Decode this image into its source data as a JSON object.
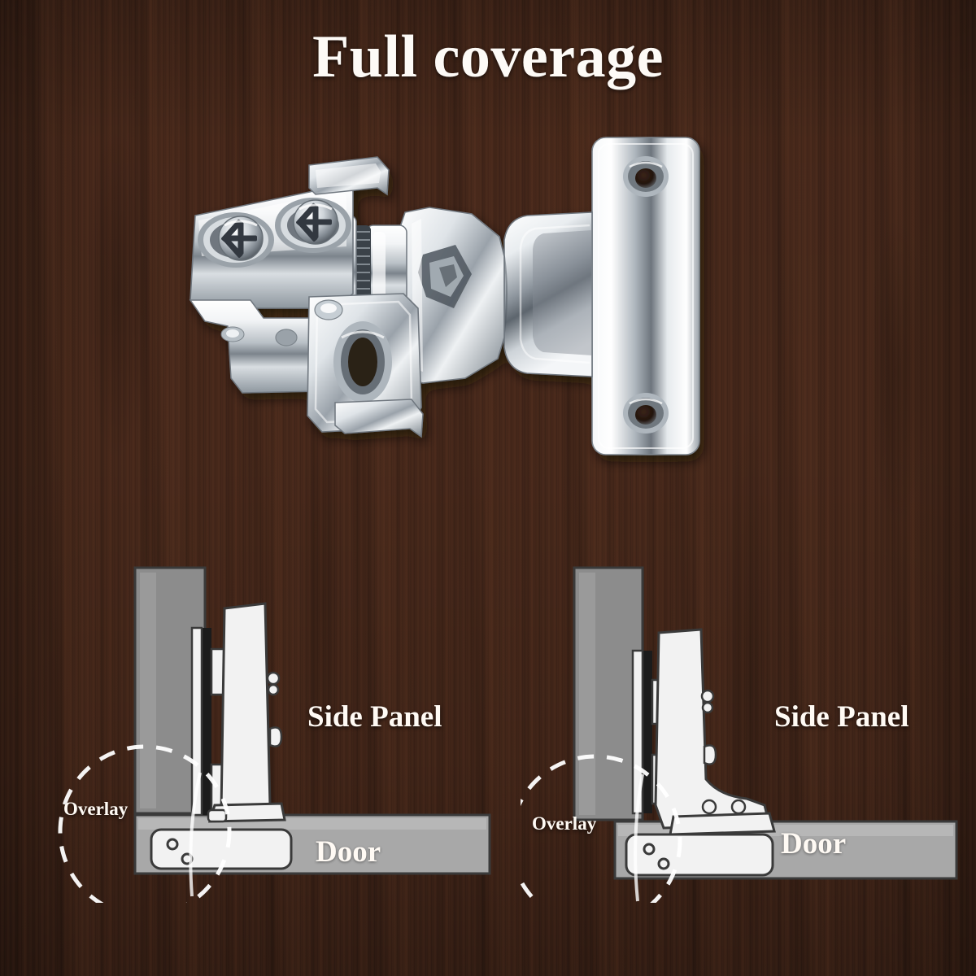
{
  "page": {
    "title": "Full coverage",
    "background": {
      "material": "dark-walnut-wood-grain",
      "base_color": "#4a2a1c",
      "shadow_color": "#2b1812"
    }
  },
  "hero": {
    "name": "concealed-cabinet-hinge",
    "finish_color": "#ffffff",
    "metal_light": "#ffffff",
    "metal_mid": "#c9cdd2",
    "metal_dark": "#5e646b",
    "metal_shadow": "#2e3338",
    "parts": [
      {
        "name": "mounting-plate",
        "screws": 2,
        "screw_type": "pozidriv"
      },
      {
        "name": "hinge-arm",
        "feature": "diamond-cutout"
      },
      {
        "name": "door-cup-plate",
        "holes": 2,
        "hole_type": "countersunk"
      },
      {
        "name": "base-plate",
        "slot": "oval-adjustment-slot"
      }
    ]
  },
  "diagrams": [
    {
      "id": "closed",
      "name": "full-overlay-closed-diagram",
      "side_panel_label": "Side Panel",
      "door_label": "Door",
      "overlay_label": "Overlay",
      "panel_color": "#8c8c8c",
      "door_color": "#a8a8a8",
      "hinge_color": "#f2f2f2",
      "outline_color": "#3a3a3a",
      "callout_color": "#ffffff"
    },
    {
      "id": "open",
      "name": "full-overlay-open-diagram",
      "side_panel_label": "Side Panel",
      "door_label": "Door",
      "overlay_label": "Overlay",
      "panel_color": "#8c8c8c",
      "door_color": "#a8a8a8",
      "hinge_color": "#f2f2f2",
      "outline_color": "#3a3a3a",
      "callout_color": "#ffffff"
    }
  ]
}
